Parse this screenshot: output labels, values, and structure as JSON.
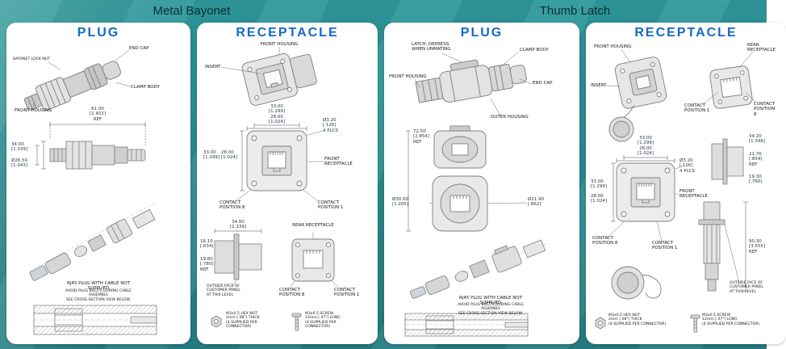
{
  "page": {
    "bg": "#2a8c90",
    "panel_bg": "#ffffff",
    "accent_blue": "#1668c8"
  },
  "sections": [
    {
      "label": "Metal Bayonet"
    },
    {
      "label": "Thumb Latch"
    }
  ],
  "panels": {
    "mb_plug": {
      "title": "PLUG",
      "callouts": {
        "end_cap": "END CAP",
        "bayonet_lock_nut": "BAYONET LOCK NUT",
        "clamp_body": "CLAMP BODY",
        "front_housing": "FRONT HOUSING"
      },
      "dims": {
        "length_ref": "61.00\n[2.402]\nREF",
        "height": "34.00\n[1.339]",
        "diameter": "Ø26.50\n[1.043]"
      },
      "notes": {
        "rj45": "RJ45 PLUG WITH CABLE NOT SUPPLIED",
        "boots": "AVOID PLUG BOOTS DURING CABLE ASSEMBLY.\nSEE CROSS SECTION VIEW BELOW."
      }
    },
    "mb_rec": {
      "title": "RECEPTACLE",
      "callouts": {
        "front_housing": "FRONT HOUSING",
        "insert": "INSERT",
        "front_receptacle": "FRONT\nRECEPTACLE",
        "rear_receptacle": "REAR RECEPTACLE",
        "contact_8_front": "CONTACT\nPOSITION 8",
        "contact_1_front": "CONTACT\nPOSITION 1",
        "contact_8_rear": "CONTACT\nPOSITION 8",
        "contact_1_rear": "CONTACT\nPOSITION 1",
        "panel_face": "OUTSIDE FACE OF\nCUSTOMER PANEL\nAT THIS LEVEL"
      },
      "dims": {
        "width": "33.00\n[1.299]",
        "hole_span": "28.00\n[1.024]",
        "height": "33.00\n[1.299]",
        "hole_span_v": "28.00\n[1.024]",
        "holes": "Ø3.20\n[.126]\n4 PLCS",
        "depth": "34.00\n[1.339]",
        "front_depth": "16.10\n[.634]",
        "rear_depth": "19.80\n[.780]\nREF"
      },
      "notes": {
        "nut": "M3x0.5 HEX NUT\n2mm [.08\"] THICK\n(4 SUPPLIED PER\nCONNECTOR)",
        "screw": "M3x0.5 SCREW\n12mm [.47\"] LONG\n(4 SUPPLIED PER\nCONNECTOR)"
      }
    },
    "tl_plug": {
      "title": "PLUG",
      "callouts": {
        "latch": "LATCH, DEPRESS\nWHEN UNMATING",
        "clamp_body": "CLAMP BODY",
        "front_housing": "FRONT HOUSING",
        "end_cap": "END CAP",
        "outer_housing": "OUTER HOUSING"
      },
      "dims": {
        "length_ref": "72.50\n[2.854]\nREF",
        "d1": "Ø30.60\n[1.205]",
        "d2": "Ø21.90\n[.862]"
      },
      "notes": {
        "rj45": "RJ45 PLUG WITH CABLE NOT SUPPLIED",
        "boots": "AVOID PLUG BOOTS DURING CABLE ASSEMBLY.\nSEE CROSS SECTION VIEW BELOW."
      }
    },
    "tl_rec": {
      "title": "RECEPTACLE",
      "callouts": {
        "front_housing": "FRONT HOUSING",
        "rear_receptacle": "REAR\nRECEPTACLE",
        "insert": "INSERT",
        "contact_1_top": "CONTACT\nPOSITION 1",
        "contact_8_top": "CONTACT\nPOSITION 8",
        "front_receptacle": "FRONT\nRECEPTACLE",
        "contact_8_front": "CONTACT\nPOSITION 8",
        "contact_1_front": "CONTACT\nPOSITION 1",
        "panel_face": "OUTSIDE FACE OF\nCUSTOMER PANEL\nAT THIS LEVEL"
      },
      "dims": {
        "width": "33.00\n[1.299]",
        "hole_span": "28.00\n[1.024]",
        "height": "33.00\n[1.299]",
        "hole_span_v": "28.00\n[1.024]",
        "holes": "Ø3.20\n[.126]\n4 PLCS",
        "d1": "34.20\n[1.346]",
        "d2": "21.70\n[.854]\nREF",
        "d3": "19.30\n[.760]",
        "length_ref": "90.30\n[3.555]\nREF"
      },
      "notes": {
        "nut": "M3x0.5 HEX NUT\n2mm [.08\"] THICK\n(4 SUPPLIED PER CONNECTOR)",
        "screw": "M3x0.5 SCREW\n12mm [.47\"] LONG\n(4 SUPPLIED PER CONNECTOR)"
      }
    }
  }
}
